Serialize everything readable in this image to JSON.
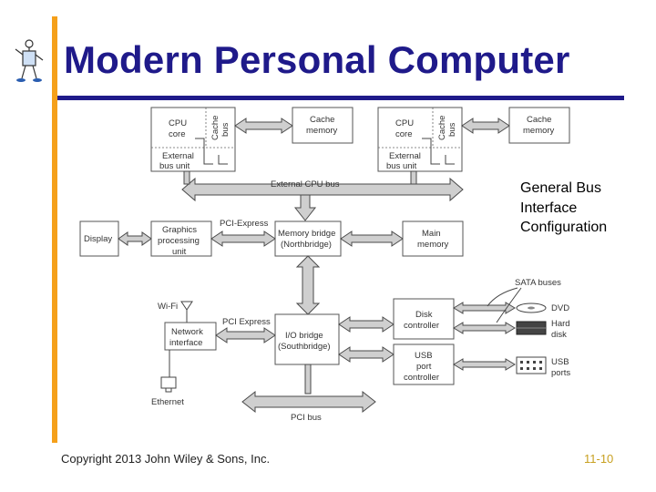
{
  "title": "Modern Personal Computer",
  "side_note": [
    "General Bus",
    "Interface",
    "Configuration"
  ],
  "footer": {
    "copyright": "Copyright 2013 John Wiley & Sons, Inc.",
    "page": "11-10"
  },
  "diagram": {
    "cpu1": {
      "cpu": [
        "CPU",
        "core"
      ],
      "cache": [
        "Cache",
        "bus"
      ],
      "ebu": [
        "External",
        "bus unit"
      ]
    },
    "cpu2": {
      "cpu": [
        "CPU",
        "core"
      ],
      "cache": [
        "Cache",
        "bus"
      ],
      "ebu": [
        "External",
        "bus unit"
      ]
    },
    "cache_memory_1": [
      "Cache",
      "memory"
    ],
    "cache_memory_2": [
      "Cache",
      "memory"
    ],
    "external_cpu_bus": "External CPU bus",
    "display": "Display",
    "gpu": [
      "Graphics",
      "processing",
      "unit"
    ],
    "pci_express_top": "PCI-Express",
    "northbridge": [
      "Memory bridge",
      "(Northbridge)"
    ],
    "main_memory": [
      "Main",
      "memory"
    ],
    "sata": "SATA buses",
    "dvd": "DVD",
    "hard_disk": [
      "Hard",
      "disk"
    ],
    "wifi": "Wi-Fi",
    "pci_express_bottom": "PCI Express",
    "network": [
      "Network",
      "interface"
    ],
    "southbridge": [
      "I/O bridge",
      "(Southbridge)"
    ],
    "disk_controller": [
      "Disk",
      "controller"
    ],
    "usb_controller": [
      "USB",
      "port",
      "controller"
    ],
    "usb_ports": [
      "USB",
      "ports"
    ],
    "ethernet": "Ethernet",
    "pci_bus": "PCI bus"
  }
}
